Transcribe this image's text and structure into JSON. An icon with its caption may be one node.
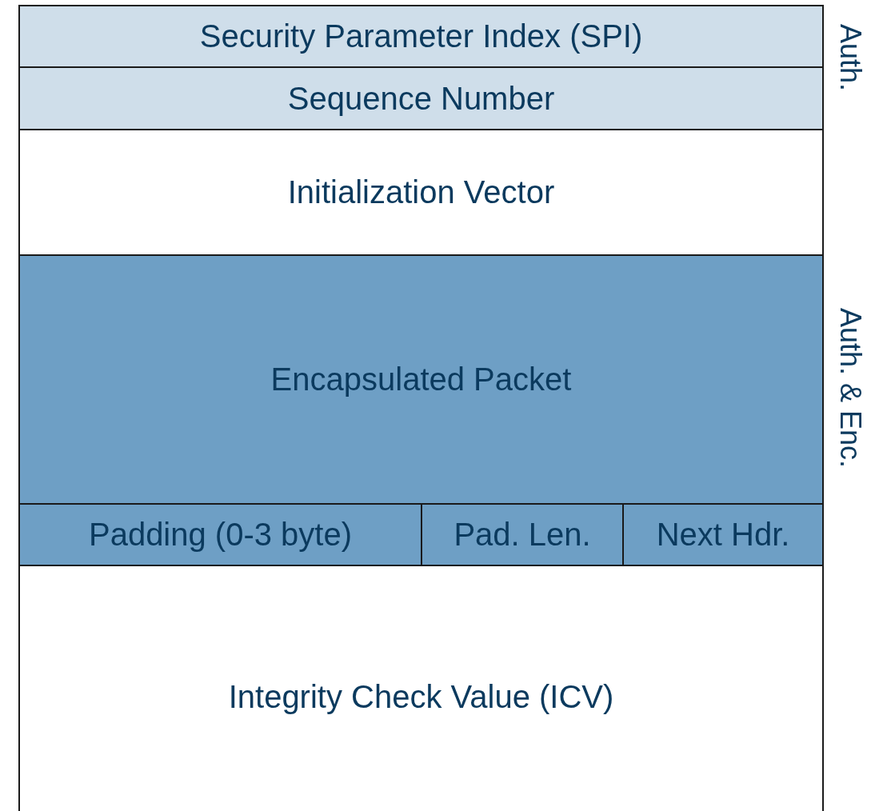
{
  "diagram": {
    "nodes": [
      {
        "text": [
          "Security Parameter Index (SPI)"
        ]
      },
      {
        "text": [
          "Sequence Number"
        ]
      },
      {
        "text": [
          "Initialization Vector"
        ]
      },
      {
        "text": [
          "Encapsulated Packet"
        ]
      },
      {
        "text": [
          "Padding (0-3 byte)"
        ]
      },
      {
        "text": [
          "Pad. Len."
        ]
      },
      {
        "text": [
          "Next Hdr."
        ]
      },
      {
        "text": [
          "Integrity Check Value (ICV)"
        ]
      }
    ],
    "edges": [],
    "labels": [
      "Auth.",
      "Auth. & Enc."
    ]
  }
}
